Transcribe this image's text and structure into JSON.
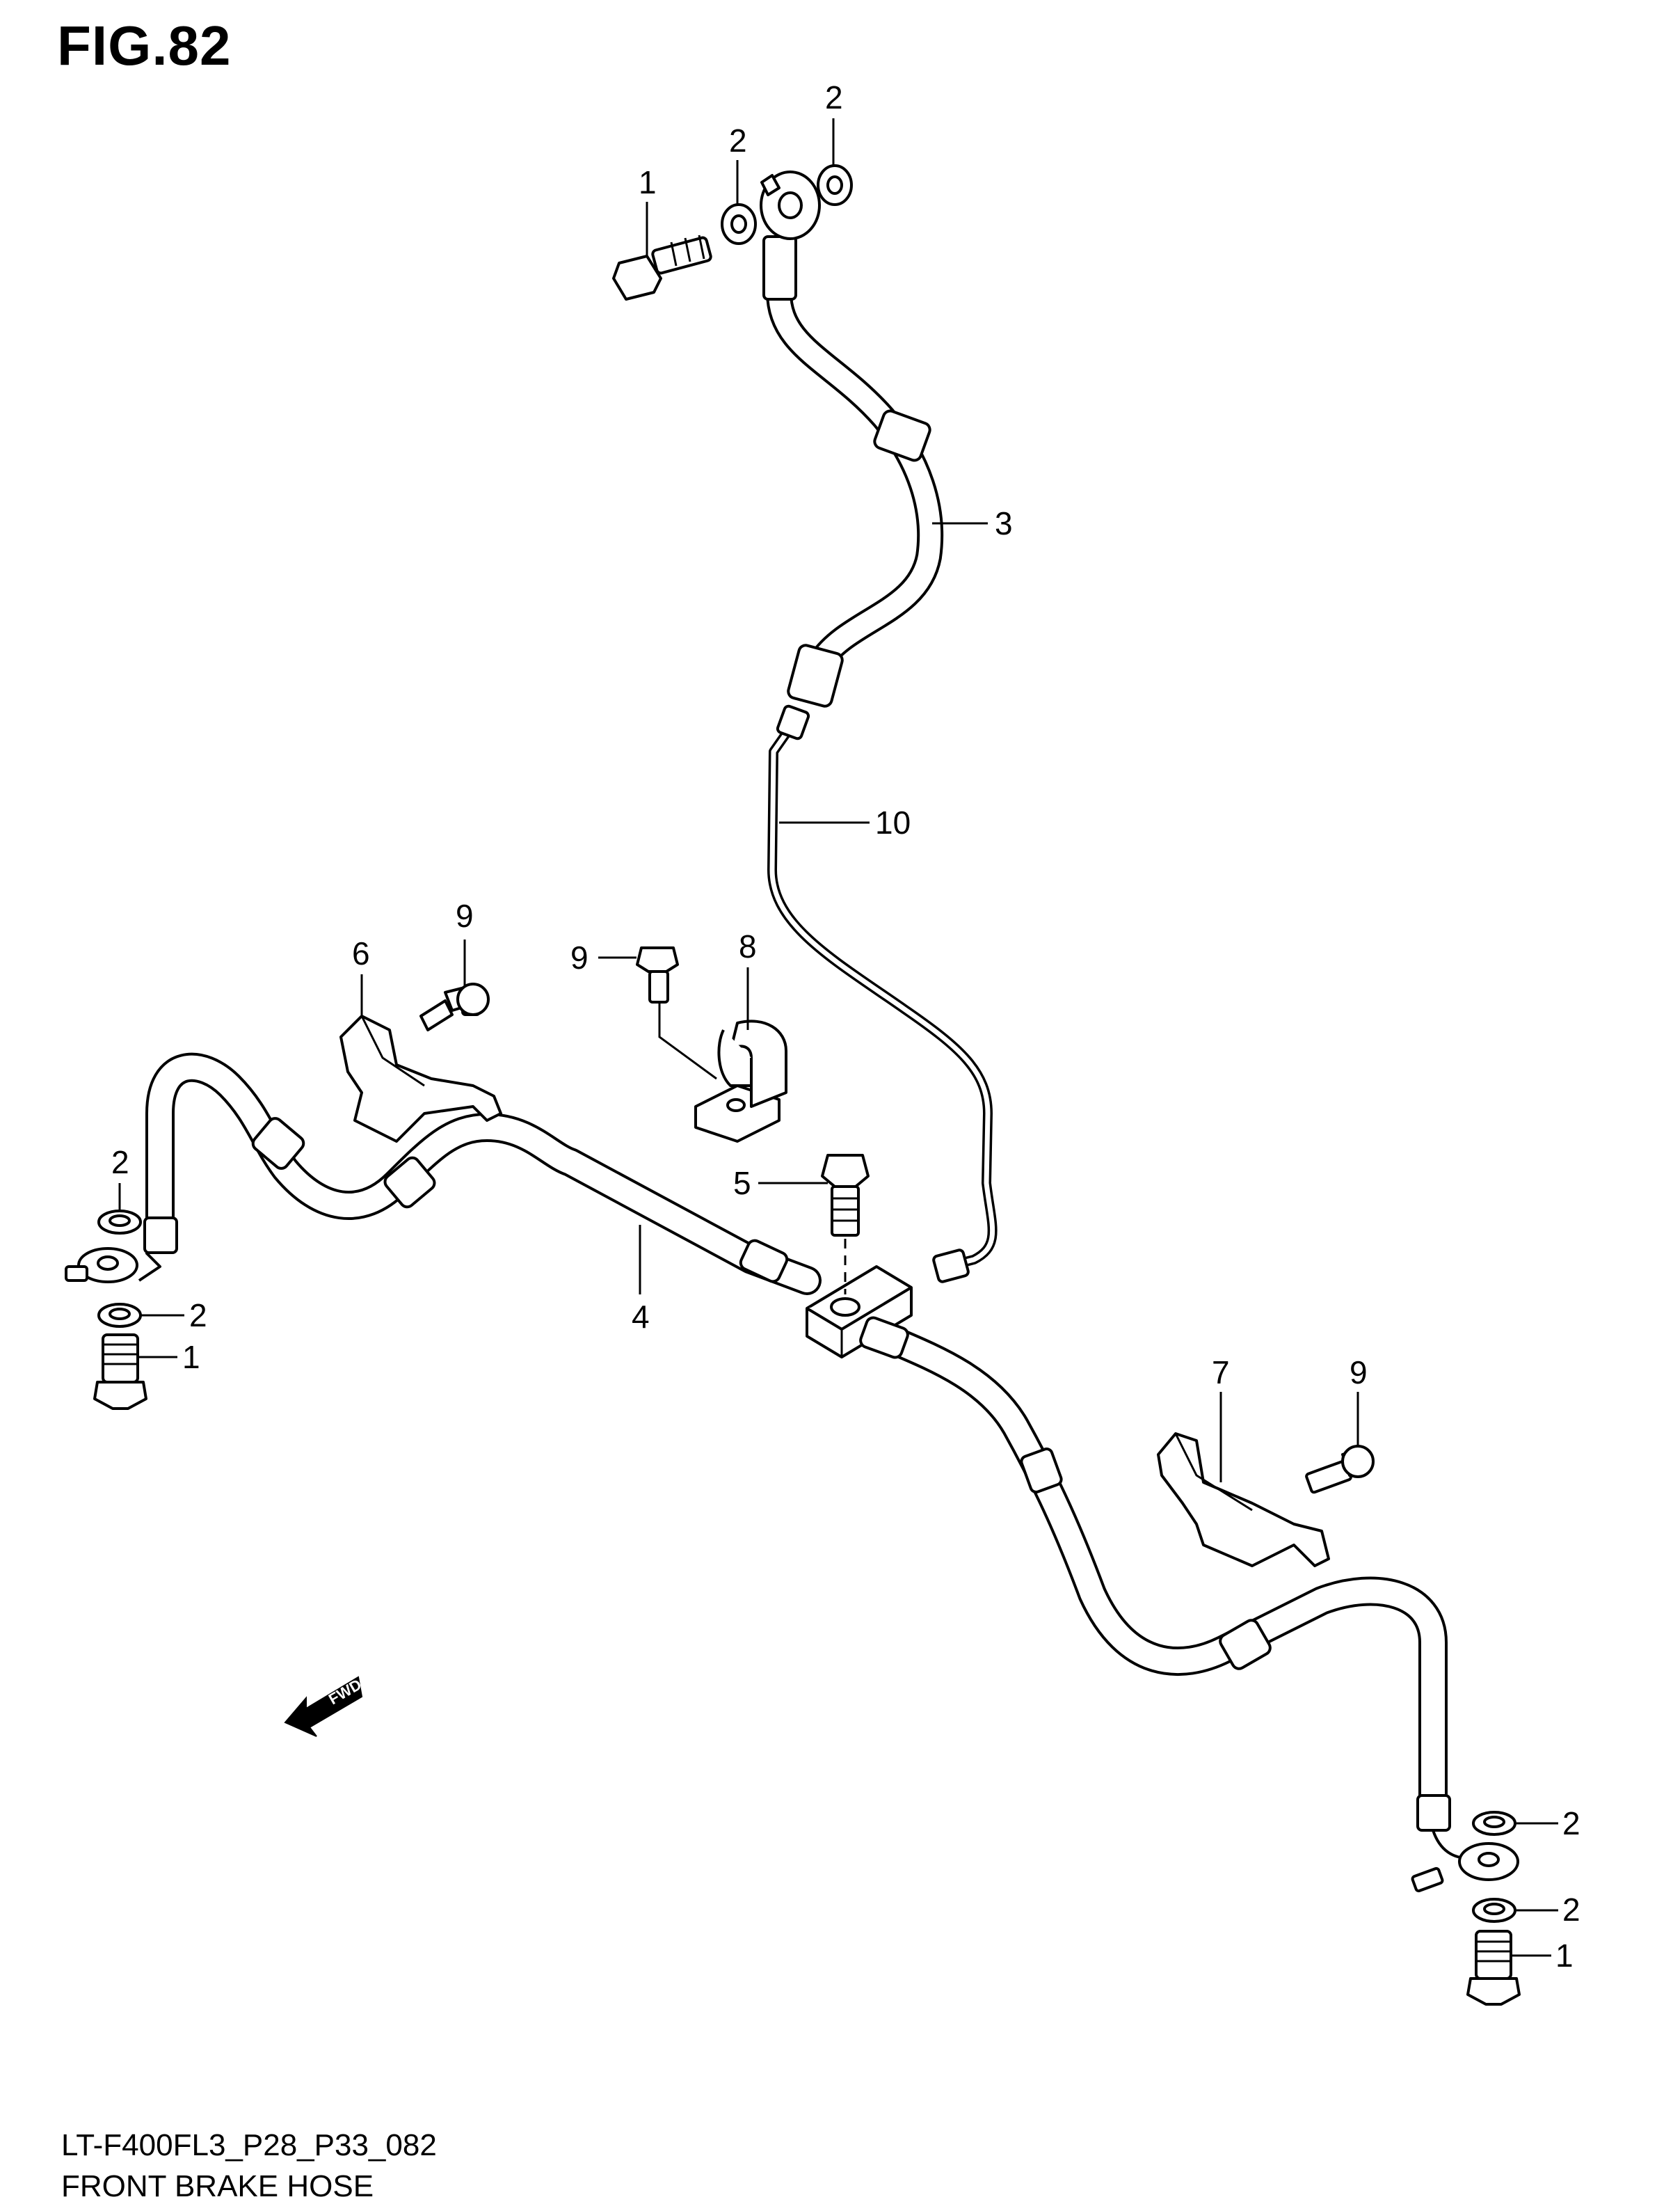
{
  "figure": {
    "title": "FIG.82",
    "drawing_code": "LT-F400FL3_P28_P33_082",
    "name": "FRONT BRAKE HOSE"
  },
  "callouts": [
    {
      "id": "c-1-top",
      "label": "1"
    },
    {
      "id": "c-2-top-a",
      "label": "2"
    },
    {
      "id": "c-2-top-b",
      "label": "2"
    },
    {
      "id": "c-3",
      "label": "3"
    },
    {
      "id": "c-10",
      "label": "10"
    },
    {
      "id": "c-9-left",
      "label": "9"
    },
    {
      "id": "c-6",
      "label": "6"
    },
    {
      "id": "c-9-mid",
      "label": "9"
    },
    {
      "id": "c-8",
      "label": "8"
    },
    {
      "id": "c-2-left-a",
      "label": "2"
    },
    {
      "id": "c-2-left-b",
      "label": "2"
    },
    {
      "id": "c-1-left",
      "label": "1"
    },
    {
      "id": "c-5",
      "label": "5"
    },
    {
      "id": "c-4",
      "label": "4"
    },
    {
      "id": "c-7",
      "label": "7"
    },
    {
      "id": "c-9-right",
      "label": "9"
    },
    {
      "id": "c-2-right-a",
      "label": "2"
    },
    {
      "id": "c-2-right-b",
      "label": "2"
    },
    {
      "id": "c-1-right",
      "label": "1"
    }
  ],
  "direction_marker": {
    "label": "FWD",
    "icon": "forward-arrow-icon"
  }
}
